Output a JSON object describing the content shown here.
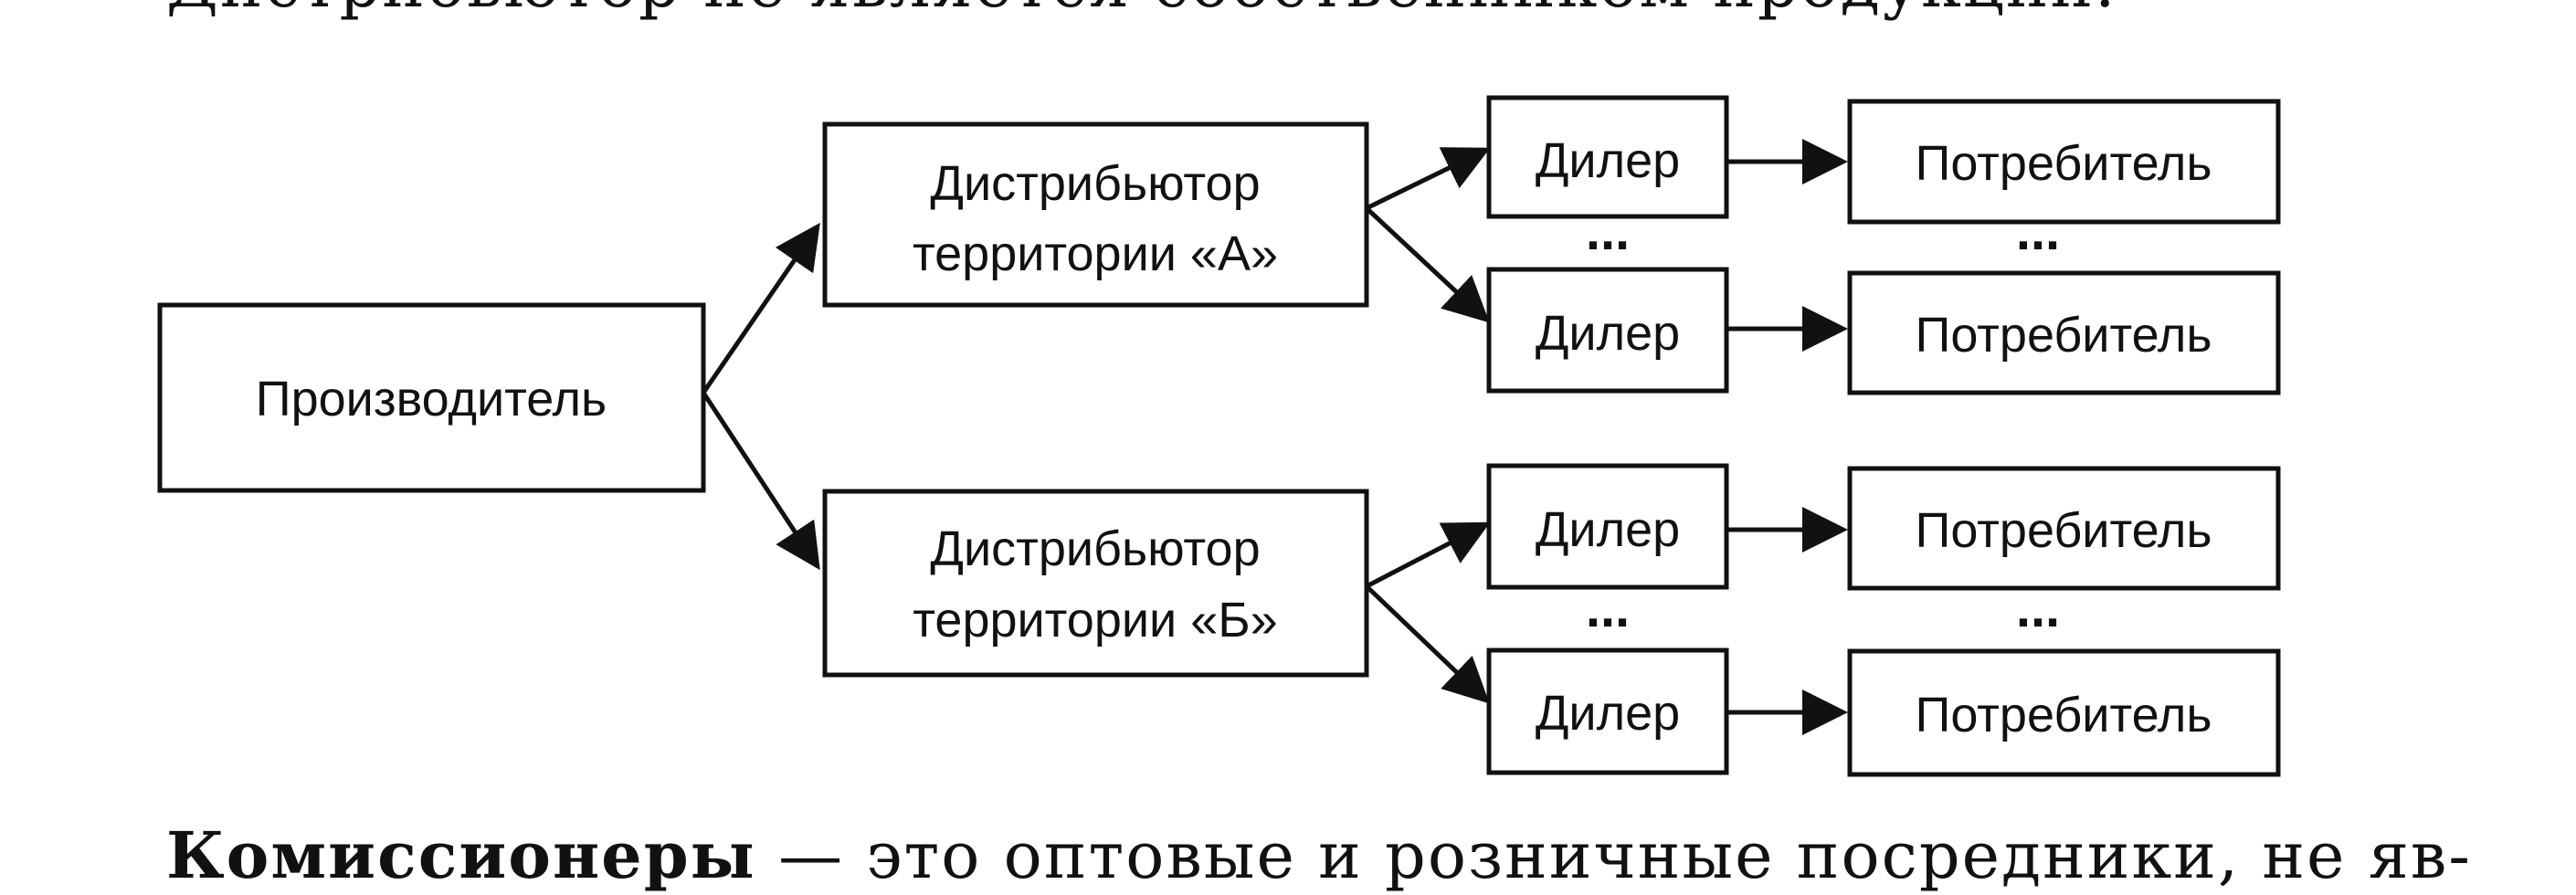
{
  "top_text": "Дистрибьютор не является собственником продукции.",
  "diagram": {
    "producer": "Производитель",
    "distributors": [
      {
        "line1": "Дистрибьютор",
        "line2": "территории «А»",
        "dealers": [
          "Дилер",
          "Дилер"
        ],
        "consumers": [
          "Потребитель",
          "Потребитель"
        ]
      },
      {
        "line1": "Дистрибьютор",
        "line2": "территории «Б»",
        "dealers": [
          "Дилер",
          "Дилер"
        ],
        "consumers": [
          "Потребитель",
          "Потребитель"
        ]
      }
    ],
    "ellipsis": "..."
  },
  "bottom_text": {
    "term": "Комиссионеры",
    "rest": " — это оптовые и розничные посредники, не яв-"
  }
}
